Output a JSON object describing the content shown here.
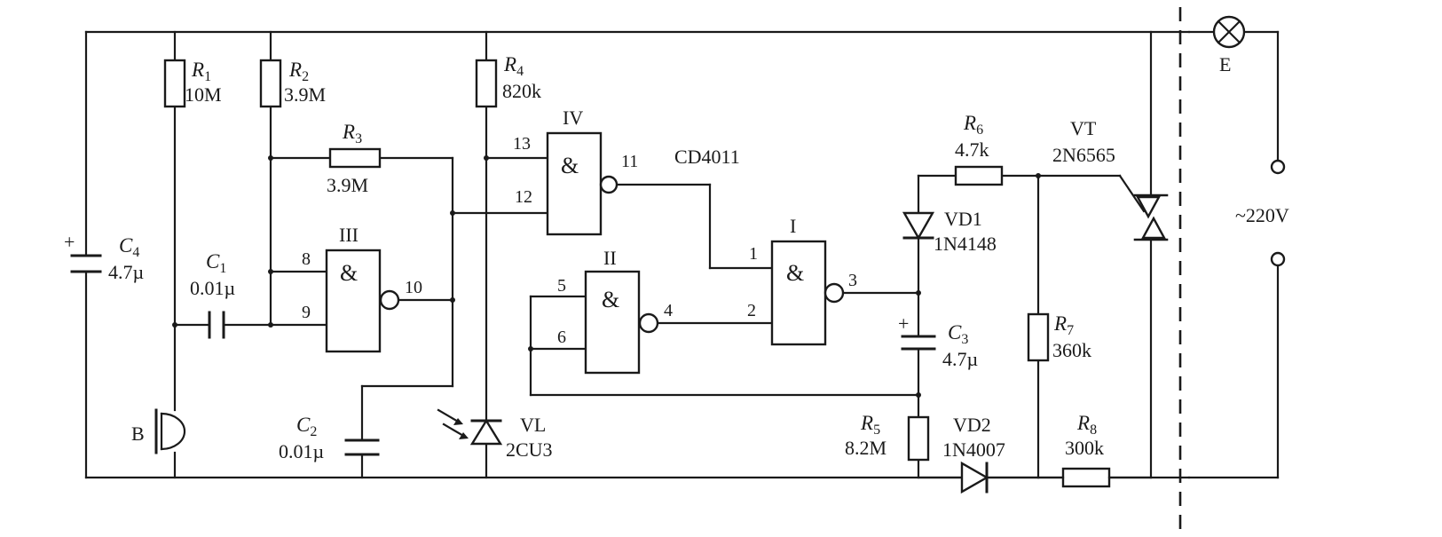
{
  "components": {
    "R1": {
      "name": "R",
      "sub": "1",
      "value": "10M"
    },
    "R2": {
      "name": "R",
      "sub": "2",
      "value": "3.9M"
    },
    "R3": {
      "name": "R",
      "sub": "3",
      "value": "3.9M"
    },
    "R4": {
      "name": "R",
      "sub": "4",
      "value": "820k"
    },
    "R5": {
      "name": "R",
      "sub": "5",
      "value": "8.2M"
    },
    "R6": {
      "name": "R",
      "sub": "6",
      "value": "4.7k"
    },
    "R7": {
      "name": "R",
      "sub": "7",
      "value": "360k"
    },
    "R8": {
      "name": "R",
      "sub": "8",
      "value": "300k"
    },
    "C1": {
      "name": "C",
      "sub": "1",
      "value": "0.01µ"
    },
    "C2": {
      "name": "C",
      "sub": "2",
      "value": "0.01µ"
    },
    "C3": {
      "name": "C",
      "sub": "3",
      "value": "4.7µ"
    },
    "C4": {
      "name": "C",
      "sub": "4",
      "value": "4.7µ"
    },
    "VD1": {
      "name": "VD1",
      "value": "1N4148"
    },
    "VD2": {
      "name": "VD2",
      "value": "1N4007"
    },
    "VL": {
      "name": "VL",
      "value": "2CU3"
    },
    "VT": {
      "name": "VT",
      "value": "2N6565"
    },
    "B": {
      "name": "B"
    },
    "E": {
      "name": "E"
    },
    "supply": {
      "label": "~220V"
    },
    "ic": {
      "label": "CD4011"
    }
  },
  "gates": {
    "I": {
      "label": "I",
      "symbol": "&",
      "pins": [
        "1",
        "2",
        "3"
      ]
    },
    "II": {
      "label": "II",
      "symbol": "&",
      "pins": [
        "5",
        "6",
        "4"
      ]
    },
    "III": {
      "label": "III",
      "symbol": "&",
      "pins": [
        "8",
        "9",
        "10"
      ]
    },
    "IV": {
      "label": "IV",
      "symbol": "&",
      "pins": [
        "13",
        "12",
        "11"
      ]
    }
  },
  "plus_sign": "+"
}
